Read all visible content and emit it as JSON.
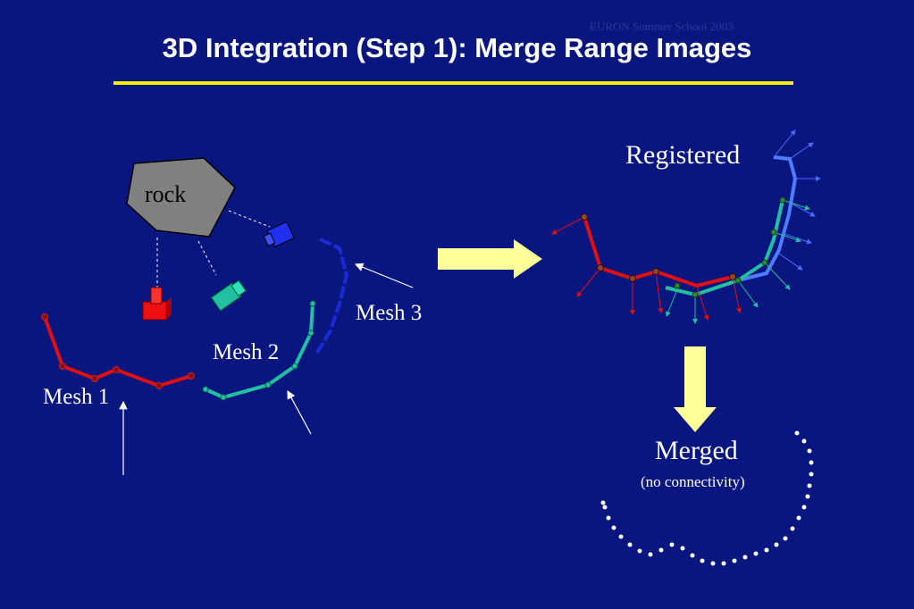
{
  "header": {
    "note": "EURON Summer School 2003",
    "title": "3D Integration (Step 1): Merge Range Images"
  },
  "labels": {
    "rock": "rock",
    "mesh1": "Mesh 1",
    "mesh2": "Mesh 2",
    "mesh3": "Mesh 3",
    "registered": "Registered",
    "merged": "Merged",
    "merged_note": "(no connectivity)"
  },
  "colors": {
    "background": "#0a1680",
    "title_rule": "#f2f000",
    "rock": "#808080",
    "mesh1": "#e01010",
    "mesh2": "#20c0a0",
    "mesh3": "#1a2ad8",
    "registered_mesh3": "#4d7cff",
    "big_arrow": "#ffff99",
    "merged_points": "#ffffff"
  }
}
